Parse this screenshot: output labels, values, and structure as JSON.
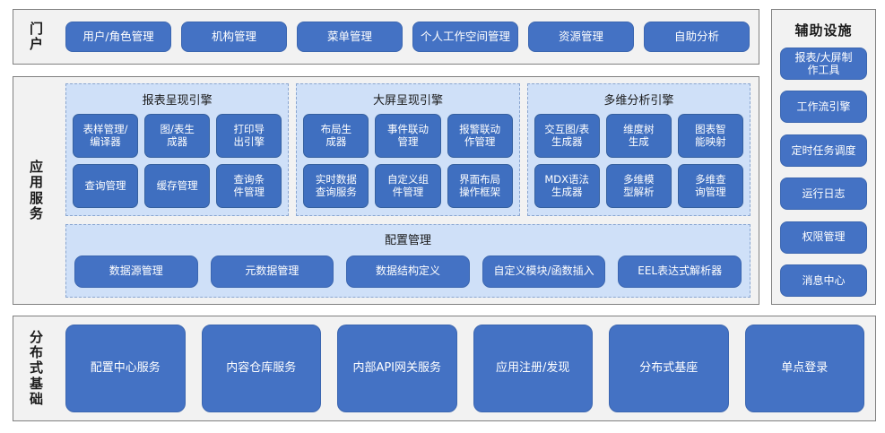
{
  "portal": {
    "band_label": "门户",
    "buttons": [
      {
        "label": "用户/角色管理"
      },
      {
        "label": "机构管理"
      },
      {
        "label": "菜单管理"
      },
      {
        "label": "个人工作空间管理"
      },
      {
        "label": "资源管理"
      },
      {
        "label": "自助分析"
      }
    ]
  },
  "aux": {
    "title": "辅助设施",
    "items": [
      {
        "label": "报表/大屏制\n作工具"
      },
      {
        "label": "工作流引擎"
      },
      {
        "label": "定时任务调度"
      },
      {
        "label": "运行日志"
      },
      {
        "label": "权限管理"
      },
      {
        "label": "消息中心"
      }
    ]
  },
  "app_services": {
    "band_label": "应用服务",
    "engines": [
      {
        "title": "报表呈现引擎",
        "items": [
          {
            "label": "表样管理/\n编译器"
          },
          {
            "label": "图/表生\n成器"
          },
          {
            "label": "打印导\n出引擎"
          },
          {
            "label": "查询管理"
          },
          {
            "label": "缓存管理"
          },
          {
            "label": "查询条\n件管理"
          }
        ]
      },
      {
        "title": "大屏呈现引擎",
        "items": [
          {
            "label": "布局生\n成器"
          },
          {
            "label": "事件联动\n管理"
          },
          {
            "label": "报警联动\n作管理"
          },
          {
            "label": "实时数据\n查询服务"
          },
          {
            "label": "自定义组\n件管理"
          },
          {
            "label": "界面布局\n操作框架"
          }
        ]
      },
      {
        "title": "多维分析引擎",
        "items": [
          {
            "label": "交互图/表\n生成器"
          },
          {
            "label": "维度树\n生成"
          },
          {
            "label": "图表智\n能映射"
          },
          {
            "label": "MDX语法\n生成器"
          },
          {
            "label": "多维模\n型解析"
          },
          {
            "label": "多维查\n询管理"
          }
        ]
      }
    ],
    "config": {
      "title": "配置管理",
      "items": [
        {
          "label": "数据源管理"
        },
        {
          "label": "元数据管理"
        },
        {
          "label": "数据结构定义"
        },
        {
          "label": "自定义模块/函数插入"
        },
        {
          "label": "EEL表达式解析器"
        }
      ]
    }
  },
  "base": {
    "band_label": "分布式基础",
    "items": [
      {
        "label": "配置中心服务"
      },
      {
        "label": "内容仓库服务"
      },
      {
        "label": "内部API网关服务"
      },
      {
        "label": "应用注册/发现"
      },
      {
        "label": "分布式基座"
      },
      {
        "label": "单点登录"
      }
    ]
  },
  "colors": {
    "button_blue": "#4472c4",
    "engine_button_blue": "#3f6fc0",
    "panel_gray": "#f2f2f2",
    "engine_bg": "#cfe0f8",
    "panel_border": "#808080",
    "dashed_border": "#8aa6d0"
  }
}
